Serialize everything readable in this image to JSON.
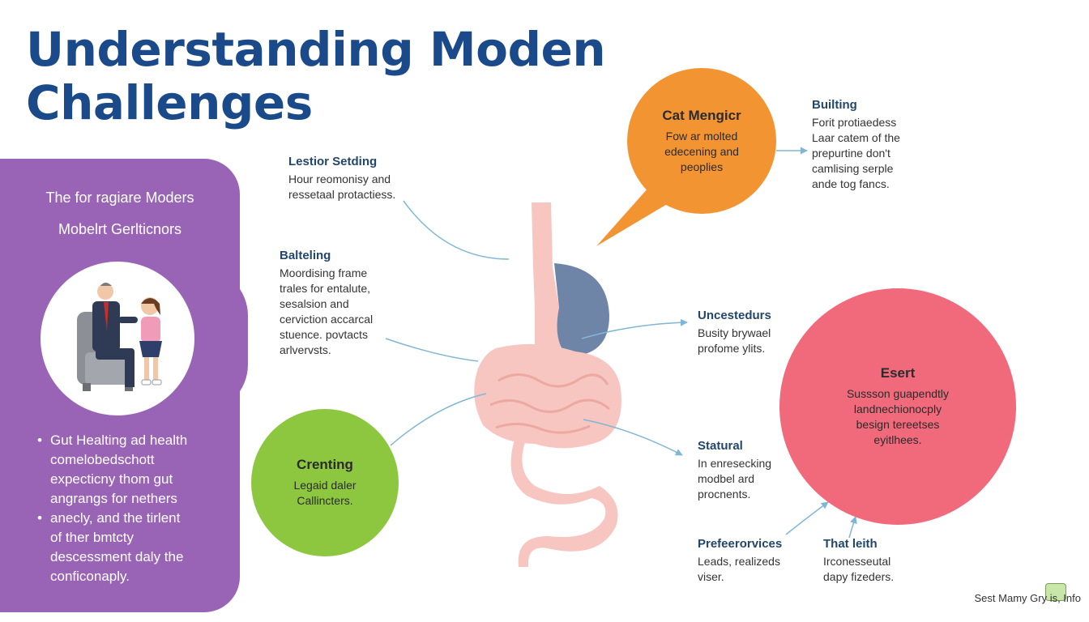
{
  "title": {
    "line1": "Understanding Moden",
    "line2": "Challenges"
  },
  "panel": {
    "heading1": "The for ragiare Moders",
    "heading2": "Mobelrt Gerlticnors",
    "list": [
      {
        "bullet": true,
        "text": "Gut Healting ad health"
      },
      {
        "bullet": false,
        "text": "comelobedschott"
      },
      {
        "bullet": false,
        "text": "expecticny thom gut"
      },
      {
        "bullet": false,
        "text": "angrangs for nethers"
      },
      {
        "bullet": true,
        "text": "anecly, and the tirlent"
      },
      {
        "bullet": false,
        "text": "of ther bmtcty"
      },
      {
        "bullet": false,
        "text": "descessment daly the"
      },
      {
        "bullet": false,
        "text": "conficonaply."
      }
    ]
  },
  "blocks": {
    "lestior": {
      "heading": "Lestior Setding",
      "lines": [
        "Hour reomonisy and",
        "ressetaal protactiess."
      ]
    },
    "balteling": {
      "heading": "Balteling",
      "lines": [
        "Moordising frame",
        "trales for entalute,",
        "sesalsion and",
        "cerviction accarcal",
        "stuence. povtacts",
        "arlvervsts."
      ]
    },
    "builting": {
      "heading": "Builting",
      "lines": [
        "Forit protiaedess",
        "Laar catem of the",
        "prepurtine don't",
        "camlising serple",
        "ande tog fancs."
      ]
    },
    "uncestedurs": {
      "heading": "Uncestedurs",
      "lines": [
        "Busity brywael",
        "profome ylits."
      ]
    },
    "statural": {
      "heading": "Statural",
      "lines": [
        "In enresecking",
        "modbel ard",
        "procnents."
      ]
    },
    "preferorvices": {
      "heading": "Prefeerorvices",
      "lines": [
        "Leads, realizeds",
        "viser."
      ]
    },
    "thatleith": {
      "heading": "That leith",
      "lines": [
        "Irconesseutal",
        "dapy fizeders."
      ]
    }
  },
  "bubbles": {
    "orange": {
      "heading": "Cat Mengicr",
      "lines": [
        "Fow ar molted",
        "edecening and",
        "peoplies"
      ],
      "color": "#f39433"
    },
    "green": {
      "heading": "Crenting",
      "lines": [
        "Legaid daler",
        "Callincters."
      ],
      "color": "#8dc63f"
    },
    "red": {
      "heading": "Esert",
      "lines": [
        "Sussson guapendtly",
        "landnechionocply",
        "besign tereetses",
        "eyitlhees."
      ],
      "color": "#f06a7c"
    }
  },
  "colors": {
    "purple": "#9a64b6",
    "title_blue": "#1b4a8a",
    "organ_pink": "#f7c6c0",
    "stomach_blue": "#6f85a8",
    "connector": "#7fb6d6"
  },
  "watermark": "Sest Mamy Gry is, Info"
}
